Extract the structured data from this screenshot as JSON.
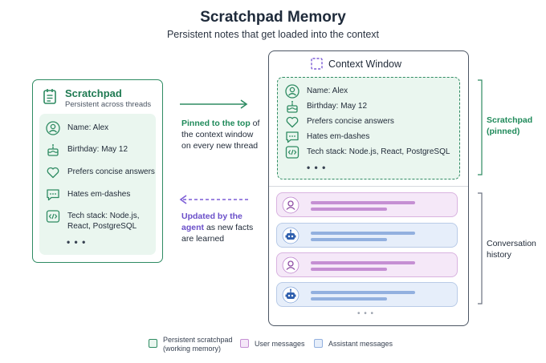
{
  "title": "Scratchpad Memory",
  "subtitle": "Persistent notes that get loaded into the context",
  "scratchpad": {
    "title": "Scratchpad",
    "subtitle": "Persistent across threads",
    "items": [
      {
        "icon": "person-icon",
        "text": "Name: Alex"
      },
      {
        "icon": "cake-icon",
        "text": "Birthday: May 12"
      },
      {
        "icon": "heart-icon",
        "text": "Prefers concise answers"
      },
      {
        "icon": "chat-icon",
        "text": "Hates em-dashes"
      },
      {
        "icon": "code-icon",
        "text": "Tech stack: Node.js, React, PostgreSQL"
      }
    ],
    "more": "• • •"
  },
  "pinned_note": {
    "highlight": "Pinned to the top",
    "rest": "of the context window on every new thread"
  },
  "updated_note": {
    "highlight": "Updated by the agent",
    "rest": "as new facts are learned"
  },
  "context_window": {
    "title": "Context Window",
    "items": [
      {
        "icon": "person-icon",
        "text": "Name: Alex"
      },
      {
        "icon": "cake-icon",
        "text": "Birthday: May 12"
      },
      {
        "icon": "heart-icon",
        "text": "Prefers concise answers"
      },
      {
        "icon": "chat-icon",
        "text": "Hates em-dashes"
      },
      {
        "icon": "code-icon",
        "text": "Tech stack: Node.js, React, PostgreSQL"
      }
    ],
    "more": "• • •",
    "messages": [
      "user",
      "assistant",
      "user",
      "assistant"
    ],
    "history_more": "• • •"
  },
  "labels": {
    "scratchpad_pinned_1": "Scratchpad",
    "scratchpad_pinned_2": "(pinned)",
    "history_1": "Conversation",
    "history_2": "history"
  },
  "legend": [
    {
      "key": "scratchpad",
      "line1": "Persistent scratchpad",
      "line2": "(working memory)"
    },
    {
      "key": "user",
      "line1": "User messages",
      "line2": ""
    },
    {
      "key": "assistant",
      "line1": "Assistant messages",
      "line2": ""
    }
  ],
  "colors": {
    "green": "#2e8b62",
    "green_bg": "#eaf6ef",
    "purple": "#7c5cd6",
    "user_bg": "#f5e8f8",
    "assistant_bg": "#e6eefa"
  }
}
